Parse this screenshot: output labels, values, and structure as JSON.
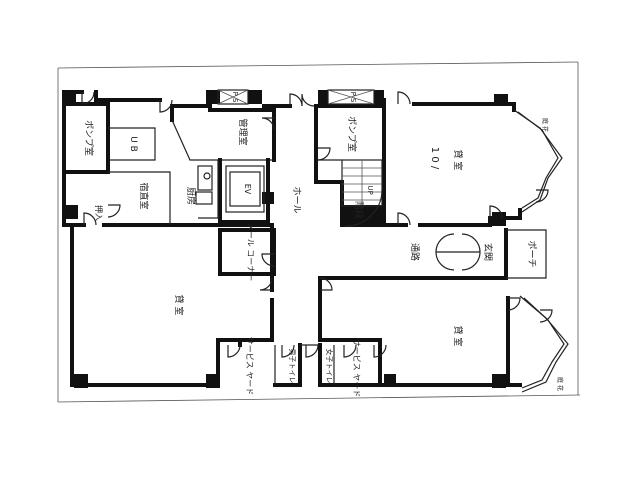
{
  "rooms": {
    "pump_left": "ポンプ室",
    "ub": "U B",
    "kanri": "管理室",
    "ps_top": "P S",
    "ev": "EV",
    "kitchen": "厨房",
    "hall": "ホール",
    "pump_right": "ポンプ室",
    "ps_right": "P S",
    "up": "UP",
    "stairs": "階段",
    "shukkou": "宿直室",
    "oshiire": "押入",
    "mail": "メール コーナー",
    "office_left": "貸 室",
    "office_top_right": "貸 室",
    "office_bottom_right": "貸 室",
    "passage": "通路",
    "entrance": "玄関",
    "porch": "ポーチ",
    "service_left": "サービス ヤード",
    "mens_wc": "男子トイレ",
    "womens_wc": "女子トイレ",
    "service_right": "サービス ヤード",
    "garden_top": "庭 花",
    "garden_bottom": "庭 花",
    "top_right_mark": "1 0 /"
  }
}
